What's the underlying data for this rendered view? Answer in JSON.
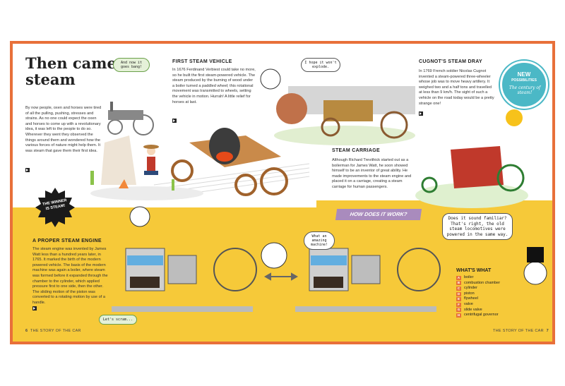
{
  "title": "Then came steam",
  "intro": "By now people, oxen and horses were tired of all the pulling, pushing, stresses and strains. As no one could expect the oxen and horses to come up with a revolutionary idea, it was left to the people to do so. Wherever they went they observed the things around them and wondered how the various forces of nature might help them. It was steam that gave them their first idea.",
  "bubbles": {
    "goes_bang": "And now it goes bang!",
    "explode": "I hope it won't explode.",
    "amazing": "What an amazing machine!",
    "scram": "Let's scram...",
    "familiar": "Does it sound familiar? That's right, the old steam locomotives were powered in the same way."
  },
  "sections": {
    "first_vehicle": {
      "title": "FIRST STEAM VEHICLE",
      "text": "In 1676 Ferdinand Verbiest could take no more, so he built the first steam-powered vehicle. The steam produced by the burning of wood under a boiler turned a paddled wheel; this rotational movement was transmitted to wheels, setting the vehicle in motion. Hurrah! A little relief for horses at last."
    },
    "cugnot": {
      "title": "CUGNOT'S STEAM DRAY",
      "text": "In 1769 French soldier Nicolas Cugnot invented a steam-powered three-wheeler whose job was to move heavy artillery. It weighed two and a half tons and travelled at less than 9 km/h. The sight of such a vehicle on the road today would be a pretty strange one!"
    },
    "carriage": {
      "title": "STEAM CARRIAGE",
      "text": "Although Richard Trevithick started out as a boilerman for James Watt, he soon showed himself to be an inventor of great ability. He made improvements to the steam engine and placed it on a carriage, creating a steam carriage for human passengers."
    },
    "engine": {
      "title": "A PROPER STEAM ENGINE",
      "text": "The steam engine was invented by James Watt less than a hundred years later, in 1765. It marked the birth of the modern powered vehicle. The basis of the modern machine was again a boiler, where steam was formed before it expanded through the chamber to the cylinder, which applied pressure first to one side, then the other. The sliding motion of the piston was converted to a rotating motion by use of a handle."
    }
  },
  "badges": {
    "winner": "THE WINNER IS STEAM!",
    "new": "NEW",
    "possibilities": "POSSIBILITIES",
    "century": "The century of steam!"
  },
  "how_does_it_work": "HOW DOES IT WORK?",
  "whats_what": {
    "title": "WHAT'S WHAT",
    "items": [
      {
        "key": "A",
        "label": "boiler"
      },
      {
        "key": "B",
        "label": "combustion chamber"
      },
      {
        "key": "C",
        "label": "cylinder"
      },
      {
        "key": "D",
        "label": "piston"
      },
      {
        "key": "E",
        "label": "flywheel"
      },
      {
        "key": "F",
        "label": "valve"
      },
      {
        "key": "G",
        "label": "slide valve"
      },
      {
        "key": "H",
        "label": "centrifugal governor"
      }
    ]
  },
  "footer": {
    "left_num": "6",
    "left_text": "THE STORY OF THE CAR",
    "right_text": "THE STORY OF THE CAR",
    "right_num": "7"
  },
  "colors": {
    "border": "#e8703a",
    "yellow": "#f6c939",
    "teal": "#4bb8c6",
    "purple": "#a98bbd"
  }
}
